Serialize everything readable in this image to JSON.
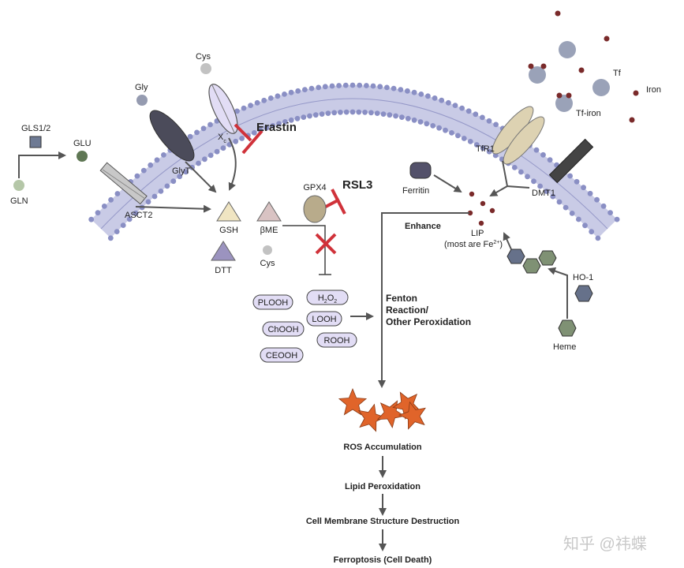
{
  "inhibitors": {
    "erastin": "Erastin",
    "rsl3": "RSL3"
  },
  "transporters": {
    "xc": "X",
    "xc_sub": "c",
    "xc_sup": "-",
    "glyt": "GlyT",
    "asct2": "ASCT2",
    "tfr1": "TfR1",
    "dmt1": "DMT1"
  },
  "molecules": {
    "cys_out": "Cys",
    "gly": "Gly",
    "glu": "GLU",
    "gls": "GLS1/2",
    "gln": "GLN",
    "gsh": "GSH",
    "bme": "βME",
    "dtt": "DTT",
    "cys_in": "Cys",
    "gpx4": "GPX4",
    "ferritin": "Ferritin",
    "tf": "Tf",
    "tf_iron": "Tf-iron",
    "iron": "Iron",
    "ho1": "HO-1",
    "heme": "Heme",
    "lip": "LIP",
    "lip_note": "(most are Fe",
    "lip_note_sup": "2+",
    "lip_note_end": ")"
  },
  "peroxides": {
    "plooh": "PLOOH",
    "h2o2_a": "H",
    "h2o2_b": "2",
    "h2o2_c": "O",
    "h2o2_d": "2",
    "chooh": "ChOOH",
    "looh": "LOOH",
    "rooh": "ROOH",
    "ceooh": "CEOOH"
  },
  "process": {
    "enhance": "Enhance",
    "fenton_1": "Fenton",
    "fenton_2": "Reaction/",
    "fenton_3": "Other Peroxidation",
    "ros": "ROS Accumulation",
    "lipid": "Lipid Peroxidation",
    "membrane": "Cell Membrane Structure Destruction",
    "ferroptosis": "Ferroptosis (Cell Death)"
  },
  "watermark": "知乎 @祎蝶",
  "colors": {
    "lipid_head": "#8a8fc4",
    "inhibitor": "#d0323a",
    "star": "#e0642a",
    "iron": "#7a2a2a",
    "tf": "#9aa2b8"
  }
}
